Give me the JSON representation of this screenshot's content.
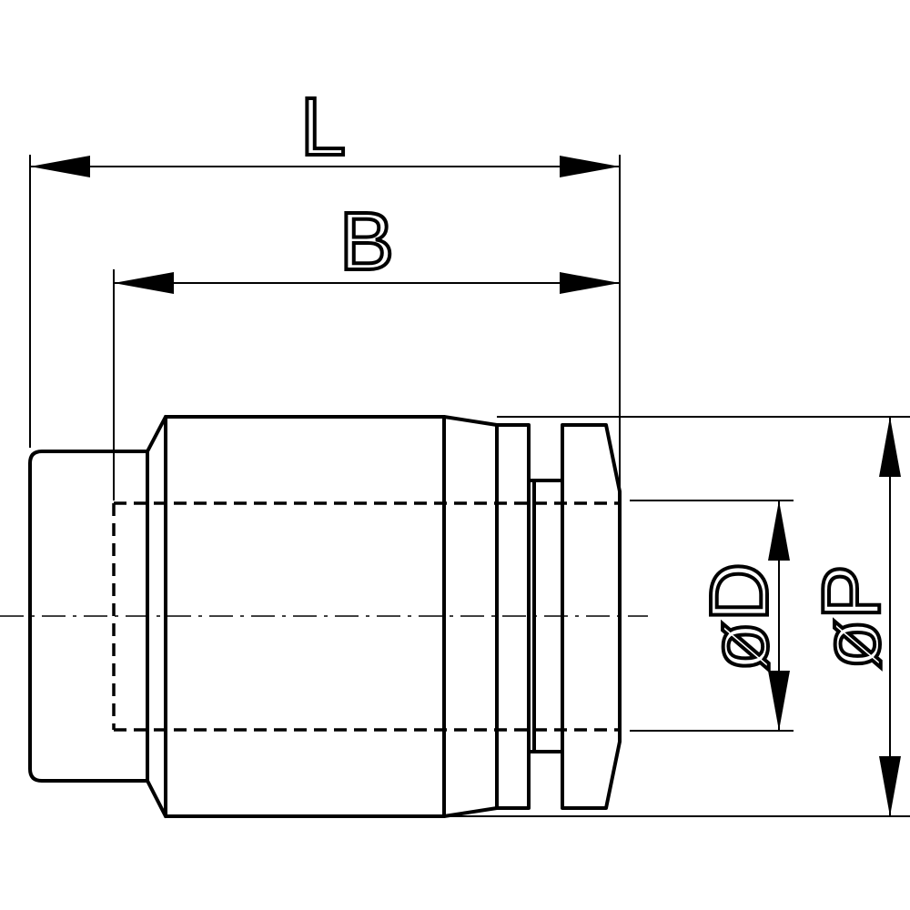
{
  "dimensions": {
    "overall_length_label": "L",
    "body_length_label": "B",
    "inner_diameter_label": "øD",
    "outer_diameter_label": "øP"
  },
  "colors": {
    "line": "#000000",
    "background": "#ffffff"
  }
}
